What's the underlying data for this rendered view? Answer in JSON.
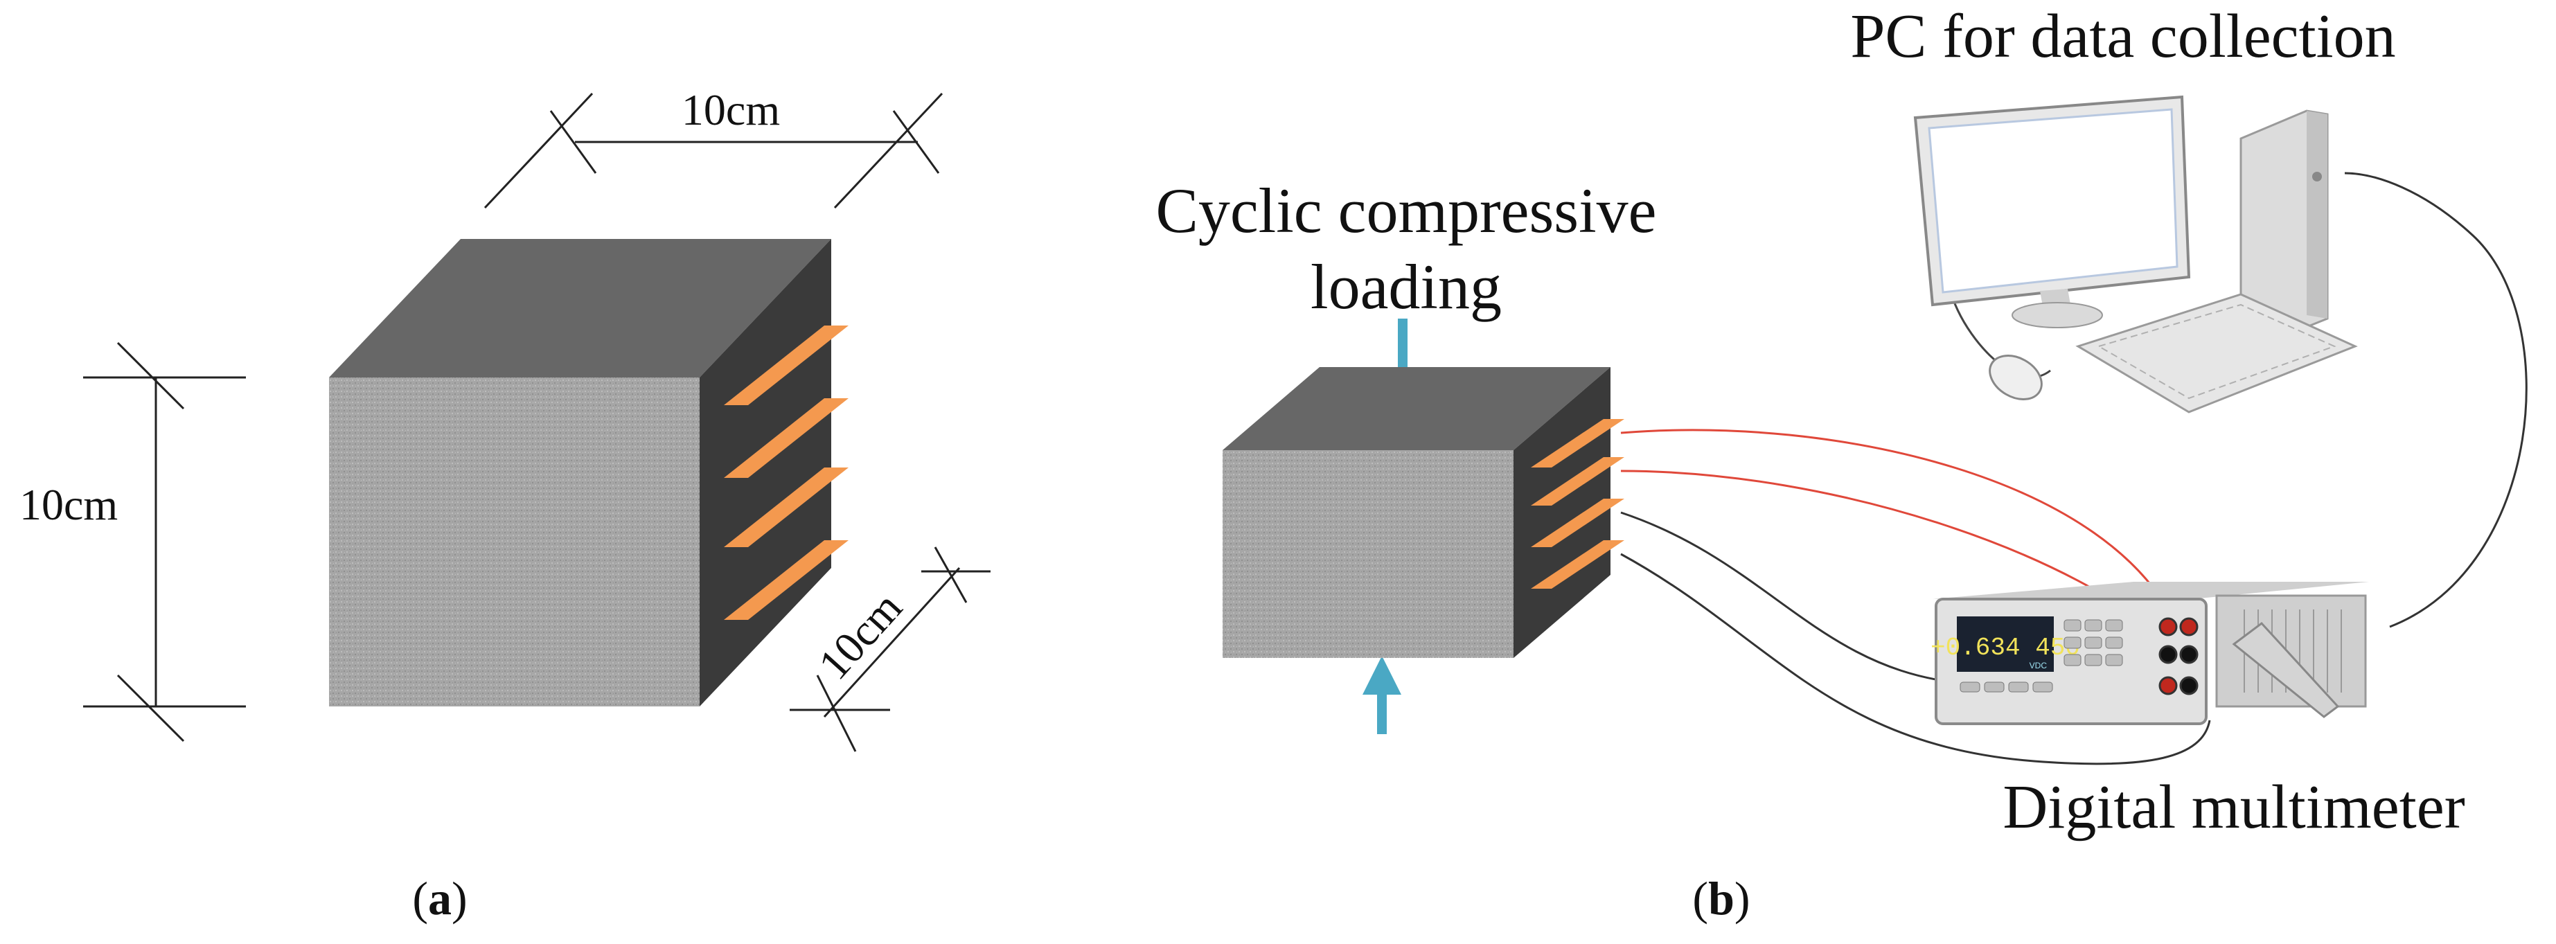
{
  "panel_a": {
    "dim_top": "10cm",
    "dim_left": "10cm",
    "dim_right": "10cm",
    "caption_open": "(",
    "caption_letter": "a",
    "caption_close": ")"
  },
  "panel_b": {
    "loading_line1": "Cyclic compressive",
    "loading_line2": "loading",
    "pc_label": "PC for data collection",
    "multimeter_label": "Digital multimeter",
    "multimeter_display": "+0.634 450",
    "multimeter_unit": "VDC",
    "caption_open": "(",
    "caption_letter": "b",
    "caption_close": ")"
  },
  "colors": {
    "cube_front": "#a8a8a8",
    "cube_top": "#666666",
    "cube_side": "#3a3a3a",
    "electrode": "#f4994f",
    "arrow": "#4aa8c4",
    "wire_red": "#e0483a",
    "wire_dark": "#333333"
  }
}
